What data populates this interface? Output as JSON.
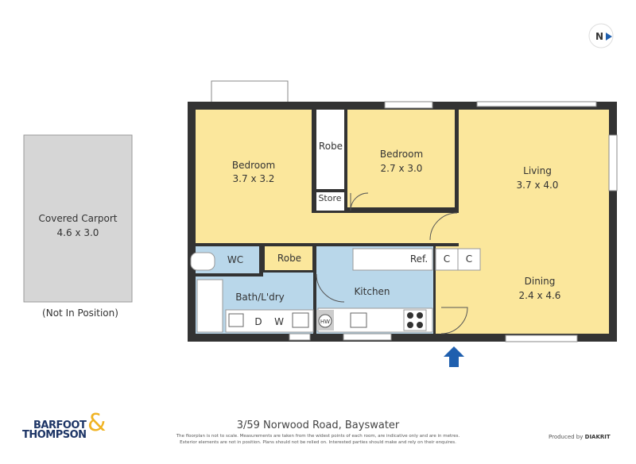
{
  "property_address": "3/59 Norwood Road, Bayswater",
  "disclaimer": [
    "The floorplan is not to scale. Measurements are taken from the widest points of each room, are indicative only and are in metres.",
    "Exterior elements are not in position. Plans should not be relied on. Interested parties should make and rely on their enquires."
  ],
  "produced_by": {
    "label": "Produced by",
    "brand": "DIAKRIT"
  },
  "agency_logo": {
    "line1": "BARFOOT",
    "line2": "THOMPSON",
    "ampersand": "&"
  },
  "compass": "N",
  "rooms": {
    "bedroom1": {
      "name": "Bedroom",
      "size": "3.7 x 3.2"
    },
    "bedroom2": {
      "name": "Bedroom",
      "size": "2.7 x 3.0"
    },
    "living": {
      "name": "Living",
      "size": "3.7 x 4.0"
    },
    "dining": {
      "name": "Dining",
      "size": "2.4 x 4.6"
    },
    "carport": {
      "name": "Covered Carport",
      "size": "4.6 x 3.0",
      "note": "(Not In Position)"
    },
    "robe1": "Robe",
    "robe2": "Robe",
    "store": "Store",
    "wc": "WC",
    "bath": "Bath/L'dry",
    "kitchen": "Kitchen"
  },
  "fixtures": {
    "ref": "Ref.",
    "c1": "C",
    "c2": "C",
    "d": "D",
    "w": "W",
    "hw": "HW"
  },
  "colors": {
    "living_area": "#fbe79c",
    "wet_area": "#b9d7ea",
    "walls": "#333333",
    "carport": "#d6d6d6",
    "entry_arrow": "#1f5fae",
    "logo_blue": "#1d3566",
    "logo_gold": "#f0b323"
  }
}
